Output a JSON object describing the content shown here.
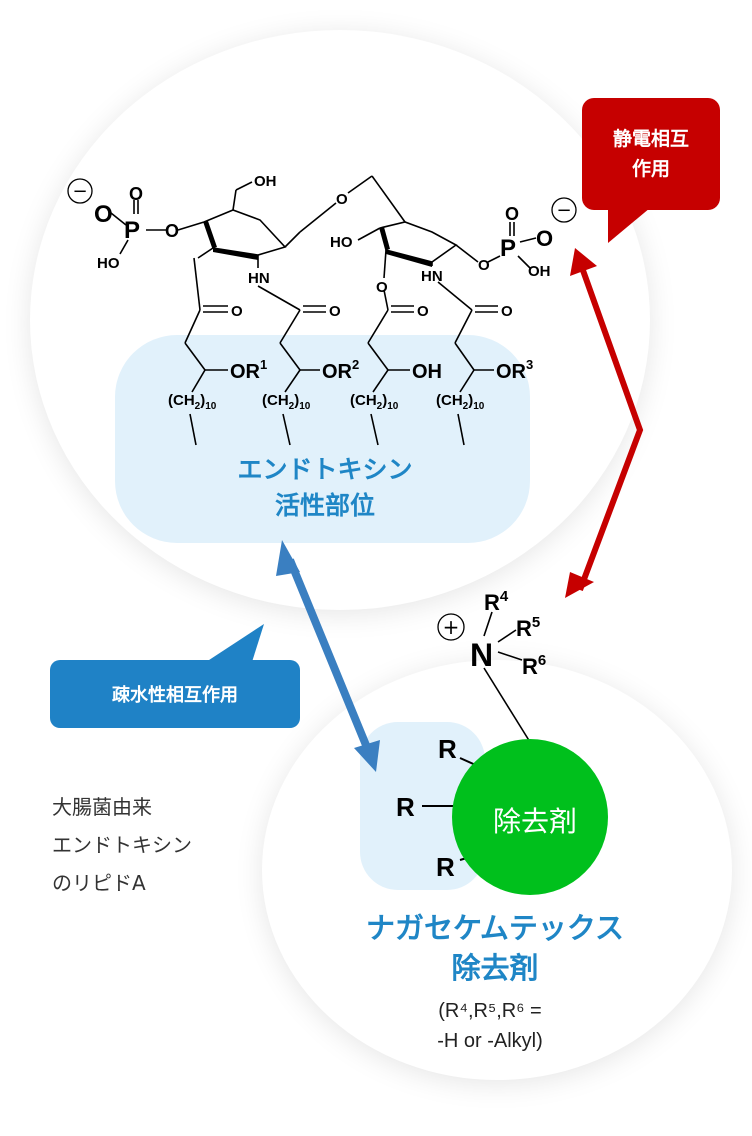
{
  "callouts": {
    "electrostatic": [
      "静電相互",
      "作用"
    ],
    "hydrophobic": "疎水性相互作用"
  },
  "lipid_a_label": [
    "大腸菌由来",
    "エンドトキシン",
    "のリピドA"
  ],
  "active_site": [
    "エンドトキシン",
    "活性部位"
  ],
  "remover": {
    "ball_label": "除去剤",
    "title": [
      "ナガセケムテックス",
      "除去剤"
    ],
    "note": [
      "(R⁴,R⁵,R⁶ =",
      "-H or -Alkyl)"
    ]
  },
  "molecule": {
    "left_phosphate": {
      "charge": "−",
      "p": "P",
      "o_double": "O",
      "o_single": "O",
      "oh": "HO",
      "o_link": "O"
    },
    "left_sugar": {
      "ch2oh": "OH",
      "nh": "HN"
    },
    "glycosidic_o": "O",
    "right_sugar": {
      "ho": "HO",
      "nh": "HN"
    },
    "right_phosphate": {
      "charge": "−",
      "p": "P",
      "o_double": "O",
      "o_single": "O",
      "oh": "OH",
      "o_link": "O"
    },
    "chains": [
      {
        "ester_o": "O",
        "group": "OR",
        "sup": "1",
        "ch2": "(CH",
        "sub2": "2",
        "close": ")",
        "sub10": "10"
      },
      {
        "ester_o": "O",
        "group": "OR",
        "sup": "2",
        "ch2": "(CH",
        "sub2": "2",
        "close": ")",
        "sub10": "10"
      },
      {
        "ester_o": "O",
        "group": "OH",
        "sup": "",
        "ch2": "(CH",
        "sub2": "2",
        "close": ")",
        "sub10": "10"
      },
      {
        "ester_o": "O",
        "group": "OR",
        "sup": "3",
        "ch2": "(CH",
        "sub2": "2",
        "close": ")",
        "sub10": "10"
      }
    ]
  },
  "ammonium": {
    "charge": "+",
    "n": "N",
    "r4": "R",
    "r4sup": "4",
    "r5": "R",
    "r5sup": "5",
    "r6": "R",
    "r6sup": "6"
  },
  "alkyl_r": [
    "R",
    "R",
    "R"
  ],
  "colors": {
    "red": "#c60000",
    "blue": "#1f82c6",
    "green": "#00c01c",
    "site_fill": "#e1f1fb",
    "label_blue": "#1f86c6"
  }
}
